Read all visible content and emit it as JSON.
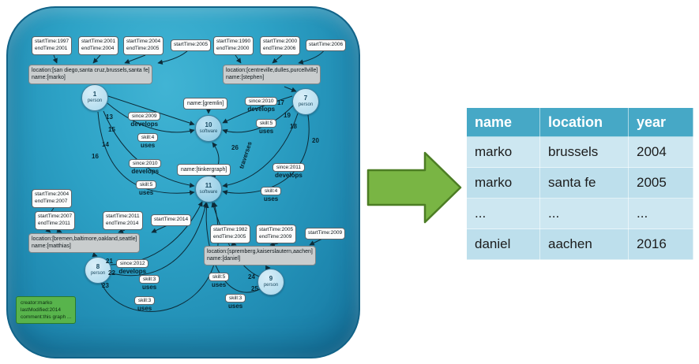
{
  "panel": {
    "vertices": [
      {
        "id": "1",
        "label": "person"
      },
      {
        "id": "7",
        "label": "person"
      },
      {
        "id": "10",
        "label": "software"
      },
      {
        "id": "11",
        "label": "software"
      },
      {
        "id": "8",
        "label": "person"
      },
      {
        "id": "9",
        "label": "person"
      }
    ],
    "time_boxes": [
      {
        "l1": "startTime:1997",
        "l2": "endTime:2001"
      },
      {
        "l1": "startTime:2001",
        "l2": "endTime:2004"
      },
      {
        "l1": "startTime:2004",
        "l2": "endTime:2005"
      },
      {
        "l1": "startTime:2005"
      },
      {
        "l1": "startTime:1990",
        "l2": "endTime:2000"
      },
      {
        "l1": "startTime:2000",
        "l2": "endTime:2006"
      },
      {
        "l1": "startTime:2006"
      },
      {
        "l1": "startTime:2004",
        "l2": "endTime:2007"
      },
      {
        "l1": "startTime:2007",
        "l2": "endTime:2011"
      },
      {
        "l1": "startTime:2011",
        "l2": "endTime:2014"
      },
      {
        "l1": "startTime:2014"
      },
      {
        "l1": "startTime:1982",
        "l2": "endTime:2005"
      },
      {
        "l1": "startTime:2005",
        "l2": "endTime:2009"
      },
      {
        "l1": "startTime:2009"
      }
    ],
    "info_boxes": [
      {
        "l1": "location:[san diego,santa cruz,brussels,santa fe]",
        "l2": "name:[marko]"
      },
      {
        "l1": "location:[centreville,dulles,purcellville]",
        "l2": "name:[stephen]"
      },
      {
        "l1": "location:[bremen,baltimore,oakland,seattle]",
        "l2": "name:[matthias]"
      },
      {
        "l1": "location:[spremberg,kaiserslautern,aachen]",
        "l2": "name:[daniel]"
      }
    ],
    "name_boxes": [
      "name:[gremlin]",
      "name:[tinkergraph]"
    ],
    "edge_labels": [
      {
        "prop": "since:2009",
        "verb": "develops"
      },
      {
        "prop": "skill:4",
        "verb": "uses"
      },
      {
        "prop": "since:2010",
        "verb": "develops"
      },
      {
        "prop": "skill:5",
        "verb": "uses"
      },
      {
        "prop": "since:2010",
        "verb": "develops"
      },
      {
        "prop": "skill:5",
        "verb": "uses"
      },
      {
        "prop": "since:2011",
        "verb": "develops"
      },
      {
        "prop": "skill:4",
        "verb": "uses"
      },
      {
        "prop": "since:2012",
        "verb": "develops"
      },
      {
        "prop": "skill:3",
        "verb": "uses"
      },
      {
        "prop": "skill:3",
        "verb": "uses"
      },
      {
        "prop": "skill:5",
        "verb": "uses"
      },
      {
        "prop": "skill:3",
        "verb": "uses"
      }
    ],
    "traverses_label": "traverses",
    "edge_ids": [
      "13",
      "15",
      "14",
      "16",
      "17",
      "19",
      "18",
      "20",
      "26",
      "21",
      "22",
      "23",
      "24",
      "25"
    ],
    "meta_box": {
      "l1": "creator:marko",
      "l2": "lastModified:2014",
      "l3": "comment:this graph ..."
    }
  },
  "table": {
    "headers": [
      "name",
      "location",
      "year"
    ],
    "rows": [
      [
        "marko",
        "brussels",
        "2004"
      ],
      [
        "marko",
        "santa fe",
        "2005"
      ],
      [
        "...",
        "...",
        "..."
      ],
      [
        "daniel",
        "aachen",
        "2016"
      ]
    ]
  },
  "colors": {
    "panel_teal": "#2da2c6",
    "arrow_green": "#79b544",
    "arrow_border": "#4c7d24",
    "table_header": "#46a8c6",
    "row_light": "#cde7f1",
    "row_dark": "#bddfec",
    "person_node": "#a9d8ec",
    "software_node": "#86c6e0",
    "meta_green": "#58b44c"
  }
}
